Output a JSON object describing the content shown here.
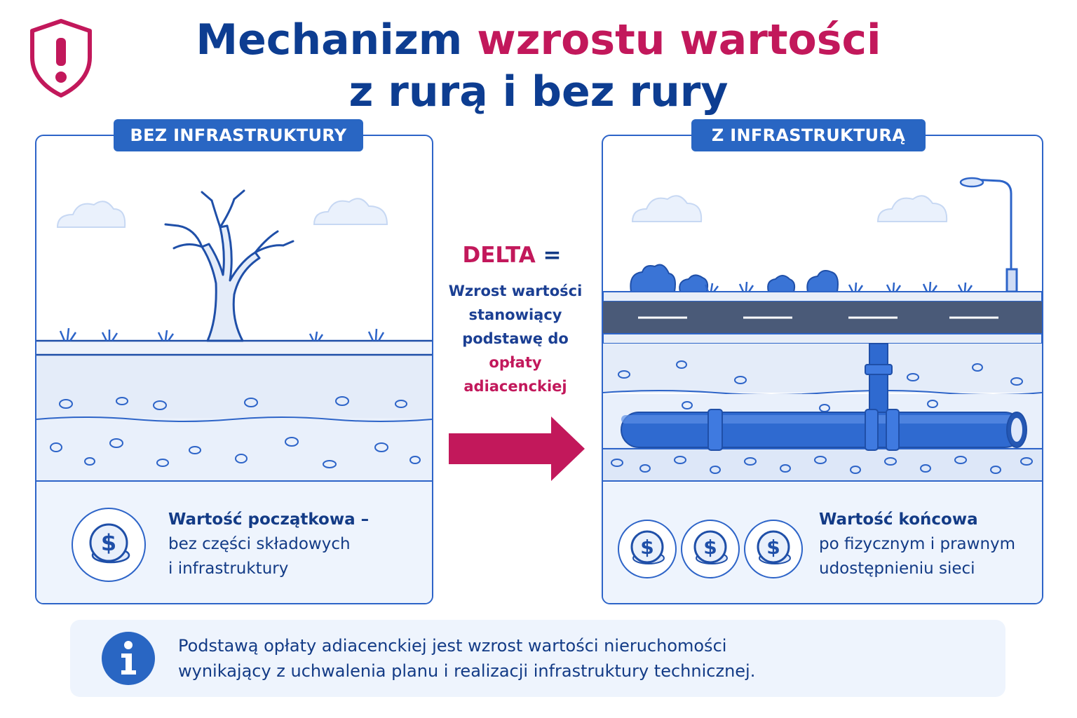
{
  "title": {
    "line1_prefix": "Mechanizm",
    "line1_accent": "wzrostu wartości",
    "line2": "z rurą i bez rury"
  },
  "icons": {
    "warning": "warning-shield-icon",
    "info": "info-icon",
    "coin": "dollar-coin-icon",
    "arrow": "arrow-right-icon"
  },
  "left_panel": {
    "badge": "BEZ INFRASTRUKTURY",
    "value_title": "Wartość początkowa –",
    "value_line1": "bez części składowych",
    "value_line2": "i infrastruktury"
  },
  "right_panel": {
    "badge": "Z INFRASTRUKTURĄ",
    "value_title": "Wartość końcowa",
    "value_line1": "po fizycznym i prawnym",
    "value_line2": "udostępnieniu sieci"
  },
  "delta": {
    "label": "DELTA",
    "equals": "=",
    "line1": "Wzrost wartości",
    "line2": "stanowiący",
    "line3": "podstawę do",
    "line4": "opłaty",
    "line5": "adiacenckiej"
  },
  "info": {
    "line1": "Podstawą opłaty adiacenckiej jest wzrost wartości nieruchomości",
    "line2": "wynikający z uchwalenia planu i realizacji infrastruktury technicznej."
  },
  "colors": {
    "navy": "#0d3d91",
    "magenta": "#c2185b",
    "blue": "#2966c3",
    "soil": "#e8effb"
  }
}
